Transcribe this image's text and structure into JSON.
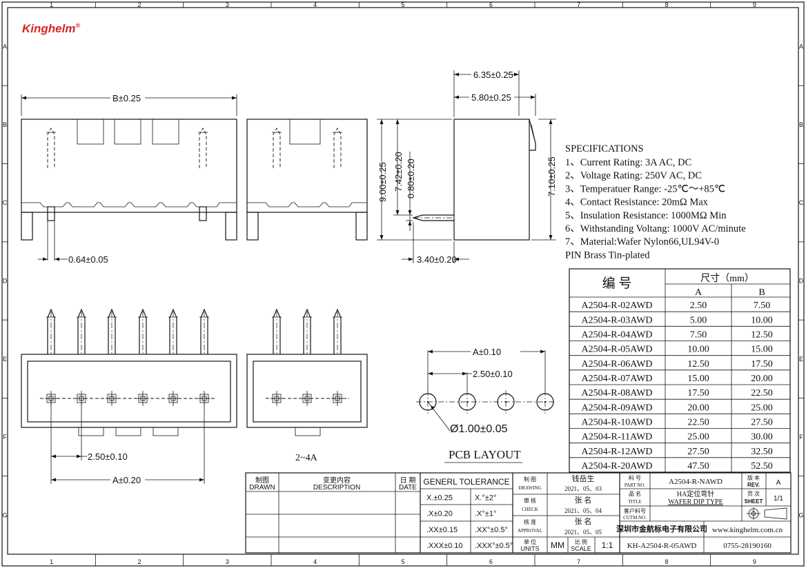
{
  "brand": {
    "logo_text": "Kinghelm",
    "logo_mark": "®",
    "logo_color": "#d8232a"
  },
  "grid": {
    "cols": [
      "1",
      "2",
      "3",
      "4",
      "5",
      "6",
      "7",
      "8",
      "9"
    ],
    "rows": [
      "A",
      "B",
      "C",
      "D",
      "E",
      "F",
      "G"
    ]
  },
  "dims": {
    "b": "B±0.25",
    "pitch_064": "0.64±0.05",
    "w635": "6.35±0.25",
    "w580": "5.80±0.25",
    "h900": "9.00±0.25",
    "h742": "7.42±0.20",
    "h080": "0.80±0.20",
    "h710": "7.10±0.25",
    "w340": "3.40±0.20",
    "pitch_250": "2.50±0.10",
    "a020": "A±0.20",
    "a010": "A±0.10",
    "pcb_250": "2.50±0.10",
    "hole": "Ø1.00±0.05",
    "range_label": "2~4A",
    "pcb_layout": "PCB LAYOUT"
  },
  "specs": {
    "title": "SPECIFICATIONS",
    "items": [
      "1、Current Rating: 3A AC, DC",
      "2、Voltage Rating: 250V AC, DC",
      "3、Temperatuer Range: -25℃～+85℃",
      "4、Contact Resistance: 20mΩ Max",
      "5、Insulation Resistance: 1000MΩ Min",
      "6、Withstanding Voltang: 1000V AC/minute",
      "7、Material:Wafer Nylon66,UL94V-0",
      "   PIN Brass Tin-plated"
    ]
  },
  "parts_table": {
    "header_part": "编  号",
    "header_size": "尺寸（mm）",
    "col_a": "A",
    "col_b": "B",
    "rows": [
      {
        "part": "A2504-R-02AWD",
        "a": "2.50",
        "b": "7.50"
      },
      {
        "part": "A2504-R-03AWD",
        "a": "5.00",
        "b": "10.00"
      },
      {
        "part": "A2504-R-04AWD",
        "a": "7.50",
        "b": "12.50"
      },
      {
        "part": "A2504-R-05AWD",
        "a": "10.00",
        "b": "15.00"
      },
      {
        "part": "A2504-R-06AWD",
        "a": "12.50",
        "b": "17.50"
      },
      {
        "part": "A2504-R-07AWD",
        "a": "15.00",
        "b": "20.00"
      },
      {
        "part": "A2504-R-08AWD",
        "a": "17.50",
        "b": "22.50"
      },
      {
        "part": "A2504-R-09AWD",
        "a": "20.00",
        "b": "25.00"
      },
      {
        "part": "A2504-R-10AWD",
        "a": "22.50",
        "b": "27.50"
      },
      {
        "part": "A2504-R-11AWD",
        "a": "25.00",
        "b": "30.00"
      },
      {
        "part": "A2504-R-12AWD",
        "a": "27.50",
        "b": "32.50"
      },
      {
        "part": "A2504-R-20AWD",
        "a": "47.50",
        "b": "52.50"
      }
    ]
  },
  "title_block": {
    "drawn_cn": "制图",
    "drawn_en": "DRAWN",
    "desc_cn": "变更内容",
    "desc_en": "DESCRIPTION",
    "date_cn": "日 期",
    "date_en": "DATE",
    "tol_title": "GENERL  TOLERANCE",
    "tol": [
      [
        "X.±0.25",
        "X.°±2°"
      ],
      [
        ".X±0.20",
        ".X°±1°"
      ],
      [
        ".XX±0.15",
        ".XX°±0.5°"
      ],
      [
        ".XXX±0.10",
        ".XXX°±0.5°"
      ]
    ],
    "drawing_cn": "制  图",
    "drawing_en": "DRAWING",
    "drawer": "钱岳生",
    "drawing_date": "2021、05、03",
    "check_cn": "审  核",
    "check_en": "CHECK",
    "checker": "张  名",
    "check_date": "2021、05、04",
    "approval_cn": "核  准",
    "approval_en": "APPROVAL",
    "approver": "张  名",
    "approval_date": "2021、05、05",
    "units_cn": "单 位",
    "units_en": "UNITS",
    "units": "MM",
    "scale_cn": "比 例",
    "scale_en": "SCALE",
    "scale": "1:1",
    "partno_cn": "料  号",
    "partno_en": "PART NO.",
    "partno": "A2504-R-NAWD",
    "title_cn": "品  名",
    "title_en": "TITLE",
    "title_l1": "HA定位弯针",
    "title_l2": "WAFER DIP TYPE",
    "cust_cn": "客户料号",
    "cust_en": "CUTM.NO.",
    "company": "深圳市金航标电子有限公司",
    "website": "www.kinghelm.com.cn",
    "drawing_no": "KH-A2504-R-05AWD",
    "phone": "0755-28190160",
    "rev_cn": "版 本",
    "rev_en": "REV.",
    "rev": "A",
    "sheet_cn": "页 次",
    "sheet_en": "SHEET",
    "sheet": "1/1"
  }
}
